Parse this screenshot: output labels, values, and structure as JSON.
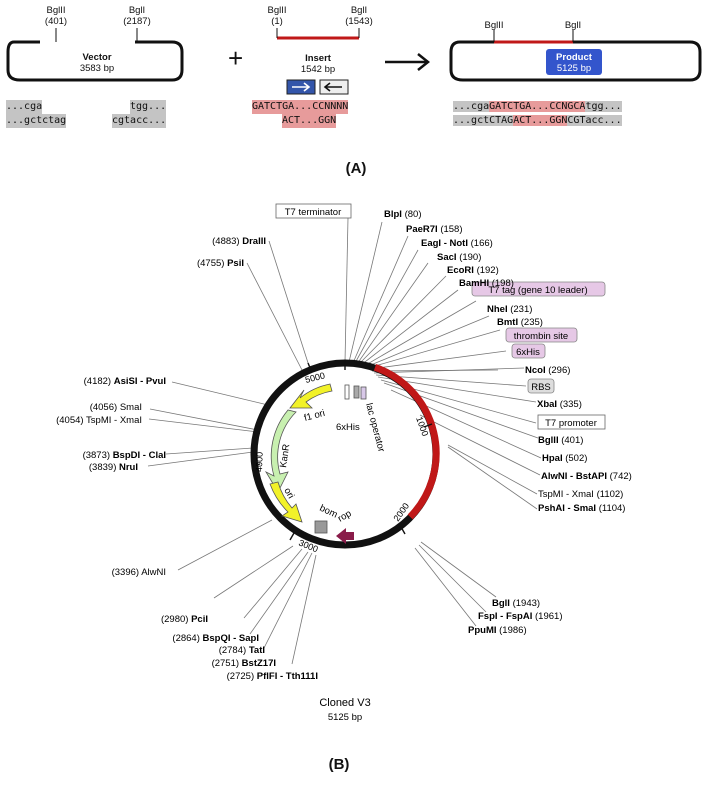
{
  "panel_a": {
    "label": "(A)",
    "vector": {
      "site1_name": "BglII",
      "site1_pos": "(401)",
      "site2_name": "BglI",
      "site2_pos": "(2187)",
      "name": "Vector",
      "size": "3583 bp",
      "seq_top_left": "...cga",
      "seq_top_right": "tgg...",
      "seq_bot_left": "...gctctag",
      "seq_bot_right": "cgtacc..."
    },
    "plus": "+",
    "insert": {
      "site1_name": "BglII",
      "site1_pos": "(1)",
      "site2_name": "BglI",
      "site2_pos": "(1543)",
      "name": "Insert",
      "size": "1542 bp",
      "seq_top": "GATCTGA...CCNNNN",
      "seq_bot": "ACT...GGN"
    },
    "arrow": "→",
    "product": {
      "site1_name": "BglII",
      "site2_name": "BglI",
      "name": "Product",
      "size": "5125 bp",
      "seq_top_a": "...cga",
      "seq_top_b": "GATCTGA...CCNGCA",
      "seq_top_c": "tgg...",
      "seq_bot_a": "...gctCTAG",
      "seq_bot_b": "ACT...GGN",
      "seq_bot_c": "CGTacc..."
    }
  },
  "panel_b": {
    "label": "(B)",
    "plasmid_name": "Cloned V3",
    "plasmid_size": "5125 bp",
    "tick_labels": [
      "1000",
      "2000",
      "3000",
      "4000",
      "5000"
    ],
    "features": [
      "f1 ori",
      "KanR",
      "ori",
      "bom",
      "rop",
      "6xHis",
      "lac operator"
    ],
    "sites": [
      {
        "pos": "(80)",
        "name": "BlpI"
      },
      {
        "pos": "(158)",
        "name": "PaeR7I"
      },
      {
        "pos": "(166)",
        "name": "EagI - NotI"
      },
      {
        "pos": "(190)",
        "name": "SacI"
      },
      {
        "pos": "(192)",
        "name": "EcoRI"
      },
      {
        "pos": "(198)",
        "name": "BamHI"
      },
      {
        "pos": "(231)",
        "name": "NheI"
      },
      {
        "pos": "(235)",
        "name": "BmtI"
      },
      {
        "pos": "(296)",
        "name": "NcoI"
      },
      {
        "pos": "(335)",
        "name": "XbaI"
      },
      {
        "pos": "(401)",
        "name": "BglII"
      },
      {
        "pos": "(502)",
        "name": "HpaI"
      },
      {
        "pos": "(742)",
        "name": "AlwNI - BstAPI"
      },
      {
        "pos": "(1102)",
        "name": "TspMI - XmaI"
      },
      {
        "pos": "(1104)",
        "name": "PshAI - SmaI"
      },
      {
        "pos": "(1943)",
        "name": "BglI"
      },
      {
        "pos": "(1961)",
        "name": "FspI - FspAI"
      },
      {
        "pos": "(1986)",
        "name": "PpuMI"
      },
      {
        "pos": "(2725)",
        "name": "PflFI - Tth111I"
      },
      {
        "pos": "(2751)",
        "name": "BstZ17I"
      },
      {
        "pos": "(2784)",
        "name": "TatI"
      },
      {
        "pos": "(2864)",
        "name": "BspQI - SapI"
      },
      {
        "pos": "(2980)",
        "name": "PciI"
      },
      {
        "pos": "(3396)",
        "name": "AlwNI"
      },
      {
        "pos": "(3839)",
        "name": "NruI"
      },
      {
        "pos": "(3873)",
        "name": "BspDI - ClaI"
      },
      {
        "pos": "(4054)",
        "name": "TspMI - XmaI"
      },
      {
        "pos": "(4056)",
        "name": "SmaI"
      },
      {
        "pos": "(4182)",
        "name": "AsiSI - PvuI"
      },
      {
        "pos": "(4755)",
        "name": "PsiI"
      },
      {
        "pos": "(4883)",
        "name": "DraIII"
      }
    ],
    "boxed": [
      "T7 terminator",
      "T7 tag (gene 10 leader)",
      "thrombin site",
      "6xHis",
      "RBS",
      "T7 promoter"
    ],
    "colors": {
      "backbone": "#111111",
      "insert": "#c01818",
      "feature_yellow": "#f2f229",
      "feature_green": "#c8f0b0",
      "box_purple": "#e6c8e6",
      "product_blue": "#3355cc"
    }
  }
}
